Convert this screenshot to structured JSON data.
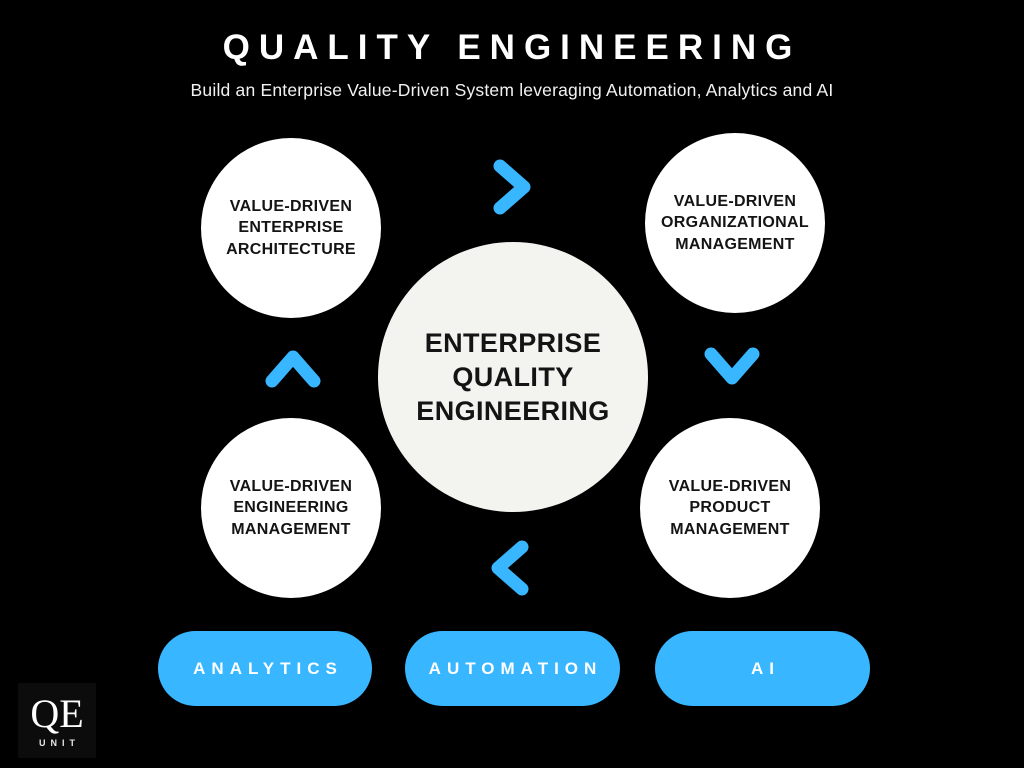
{
  "colors": {
    "background": "#000000",
    "accent_blue": "#38b6ff",
    "center_circle_fill": "#f3f3ef",
    "satellite_circle_fill": "#ffffff",
    "circle_text": "#141414",
    "heading_text": "#ffffff"
  },
  "header": {
    "title": "QUALITY ENGINEERING",
    "subtitle": "Build an Enterprise Value-Driven System leveraging Automation, Analytics and AI"
  },
  "diagram": {
    "center": {
      "label": "ENTERPRISE\nQUALITY\nENGINEERING"
    },
    "nodes": [
      {
        "position": "top-left",
        "label": "VALUE-DRIVEN\nENTERPRISE\nARCHITECTURE"
      },
      {
        "position": "top-right",
        "label": "VALUE-DRIVEN\nORGANIZATIONAL\nMANAGEMENT"
      },
      {
        "position": "bottom-right",
        "label": "VALUE-DRIVEN\nPRODUCT\nMANAGEMENT"
      },
      {
        "position": "bottom-left",
        "label": "VALUE-DRIVEN\nENGINEERING\nMANAGEMENT"
      }
    ],
    "arrows": [
      {
        "position": "top",
        "direction": "right"
      },
      {
        "position": "right",
        "direction": "down"
      },
      {
        "position": "bottom",
        "direction": "left"
      },
      {
        "position": "left",
        "direction": "up"
      }
    ]
  },
  "pills": [
    {
      "label": "ANALYTICS"
    },
    {
      "label": "AUTOMATION"
    },
    {
      "label": "AI"
    }
  ],
  "logo": {
    "initials": "QE",
    "unit": "UNIT"
  }
}
